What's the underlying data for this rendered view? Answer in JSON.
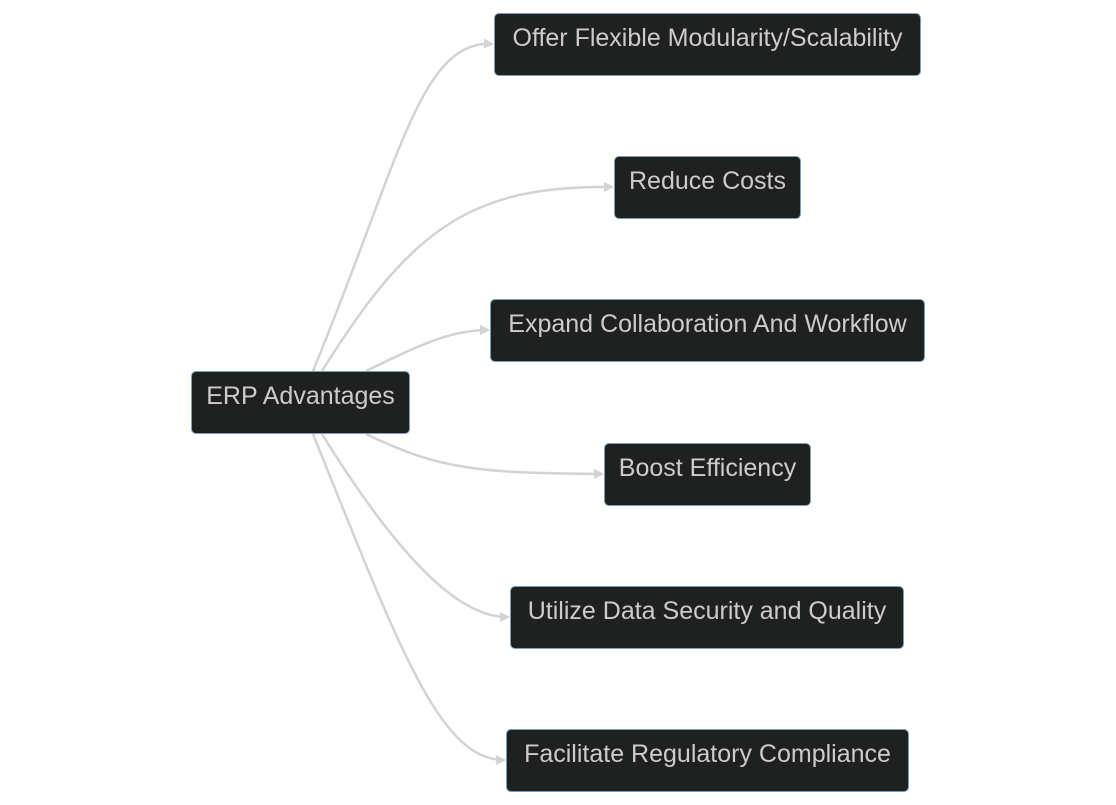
{
  "diagram": {
    "root": {
      "label": "ERP Advantages"
    },
    "children": [
      {
        "label": "Offer Flexible Modularity/Scalability"
      },
      {
        "label": "Reduce Costs"
      },
      {
        "label": "Expand Collaboration And Workflow"
      },
      {
        "label": "Boost Efficiency"
      },
      {
        "label": "Utilize Data Security and Quality"
      },
      {
        "label": "Facilitate Regulatory Compliance"
      }
    ],
    "colors": {
      "node_fill": "#1f2020",
      "node_border": "#7b9ebd",
      "node_text": "#cccccc",
      "edge": "#d3d3d3",
      "background": "#ffffff"
    }
  }
}
